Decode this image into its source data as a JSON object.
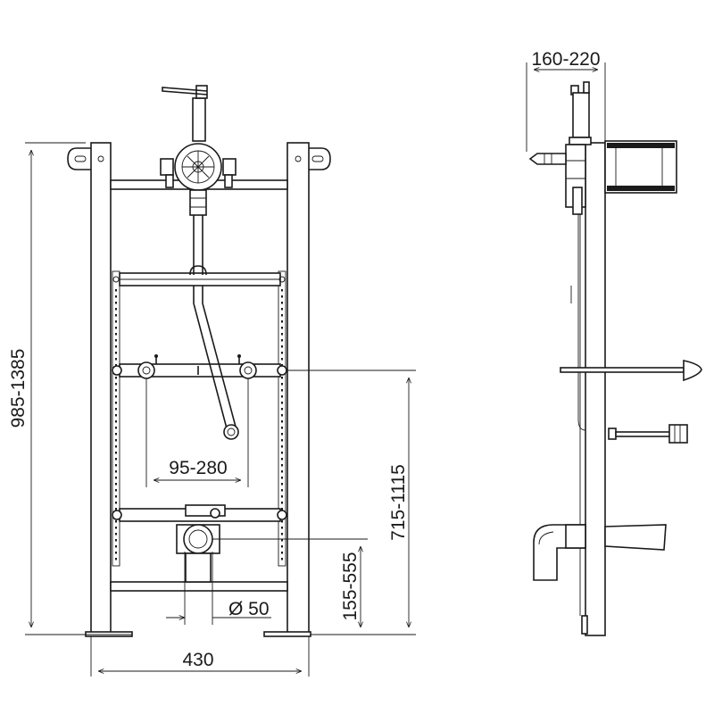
{
  "dimensions": {
    "depth": "160-220",
    "total_height": "985-1385",
    "mount_height": "715-1115",
    "axis_spacing": "95-280",
    "outlet_height": "155-555",
    "outlet_diameter": "Ø 50",
    "width": "430"
  }
}
